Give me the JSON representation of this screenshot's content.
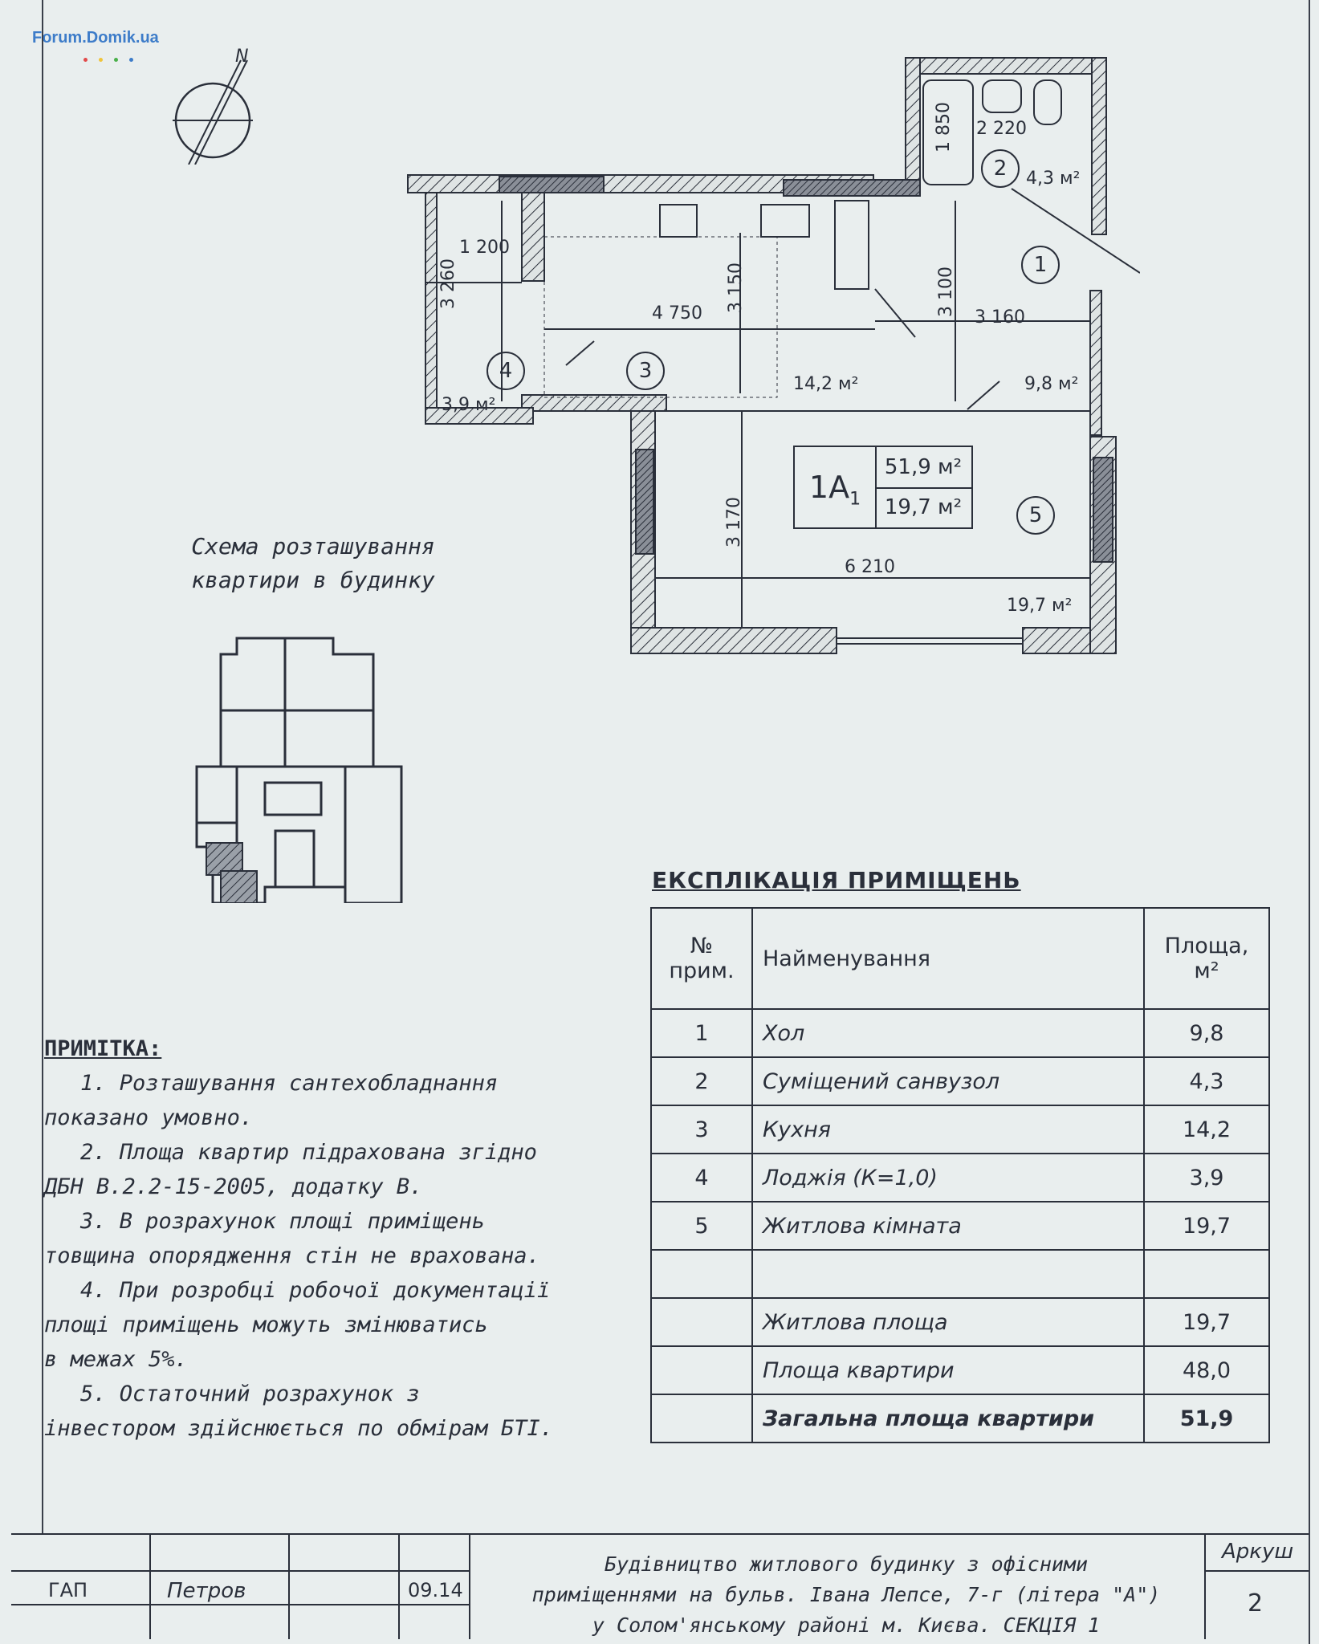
{
  "watermark": "Forum.Domik.ua",
  "compass": {
    "label": "N"
  },
  "plan": {
    "dimensions": [
      "1 200",
      "3 260",
      "4 750",
      "3 150",
      "3 100",
      "3 160",
      "1 850",
      "2 220",
      "3 170",
      "6 210"
    ],
    "room_areas": [
      "3,9 м²",
      "14,2 м²",
      "9,8 м²",
      "4,3 м²",
      "19,7 м²"
    ],
    "room_numbers": [
      "1",
      "2",
      "3",
      "4",
      "5"
    ],
    "apartment": {
      "code": "1А",
      "code_sub": "1",
      "total_area": "51,9 м²",
      "living_area": "19,7 м²"
    }
  },
  "scheme_title": "Схема розташування квартири в будинку",
  "note": {
    "heading": "ПРИМІТКА:",
    "lines": [
      "1. Розташування сантехобладнання",
      "показано умовно.",
      "2. Площа квартир підрахована згідно",
      "ДБН В.2.2-15-2005, додатку В.",
      "3. В розрахунок площі приміщень",
      "товщина опорядження стін не врахована.",
      "4. При розробці робочої документації",
      "площі приміщень можуть змінюватись",
      "в межах 5%.",
      "5. Остаточний розрахунок з",
      "інвестором здійснюється по обмірам БТІ."
    ]
  },
  "explication": {
    "title": "ЕКСПЛІКАЦІЯ ПРИМІЩЕНЬ",
    "headers": {
      "num_line1": "№",
      "num_line2": "прим.",
      "name": "Найменування",
      "area_line1": "Площа,",
      "area_line2": "м²"
    },
    "rows": [
      {
        "num": "1",
        "name": "Хол",
        "area": "9,8"
      },
      {
        "num": "2",
        "name": "Суміщений санвузол",
        "area": "4,3"
      },
      {
        "num": "3",
        "name": "Кухня",
        "area": "14,2"
      },
      {
        "num": "4",
        "name": "Лоджія (К=1,0)",
        "area": "3,9"
      },
      {
        "num": "5",
        "name": "Житлова кімната",
        "area": "19,7"
      },
      {
        "num": "",
        "name": "",
        "area": ""
      },
      {
        "num": "",
        "name": "Житлова площа",
        "area": "19,7"
      },
      {
        "num": "",
        "name": "Площа квартири",
        "area": "48,0"
      }
    ],
    "total": {
      "name": "Загальна площа квартири",
      "area": "51,9"
    }
  },
  "titleblock": {
    "role": "ГАП",
    "name": "Петров",
    "date": "09.14",
    "description": [
      "Будівництво житлового будинку з офісними",
      "приміщеннями на бульв. Івана Лепсе, 7-г (літера \"А\")",
      "у Солом'янському районі м. Києва. СЕКЦІЯ 1"
    ],
    "sheet_label": "Аркуш",
    "sheet_number": "2"
  }
}
